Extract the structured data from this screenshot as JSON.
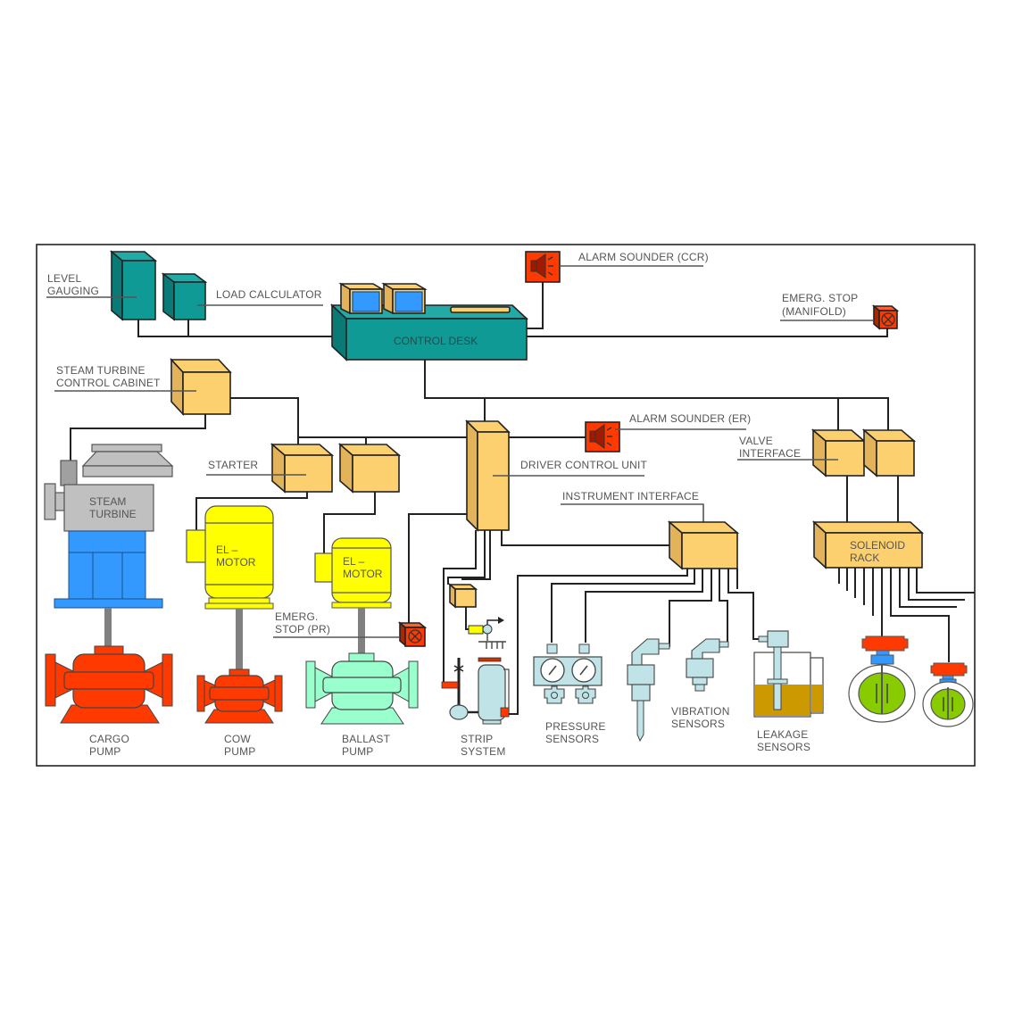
{
  "diagram": {
    "title": "Cargo pump control system overview",
    "colors": {
      "teal": "#0f9a96",
      "cabinet": "#fcd06e",
      "alarm": "#ff3a00",
      "motor": "#ffff00",
      "pump_red": "#ff3a00",
      "pump_green": "#99ffcc",
      "turbine_grey": "#c0c0c0",
      "turbine_blue": "#3399ff",
      "sensor": "#bfe3e6",
      "leak_fluid": "#cc9900",
      "valve_disc": "#88cc00"
    },
    "labels": {
      "level_gauging": [
        "LEVEL",
        "GAUGING"
      ],
      "load_calculator": "LOAD CALCULATOR",
      "control_desk": "CONTROL DESK",
      "alarm_ccr": "ALARM SOUNDER (CCR)",
      "emerg_stop_manifold": [
        "EMERG. STOP",
        "(MANIFOLD)"
      ],
      "steam_turbine_cabinet": [
        "STEAM TURBINE",
        "CONTROL CABINET"
      ],
      "starter": "STARTER",
      "alarm_er": "ALARM SOUNDER (ER)",
      "driver_control_unit": "DRIVER CONTROL UNIT",
      "valve_interface": [
        "VALVE",
        "INTERFACE"
      ],
      "instrument_interface": "INSTRUMENT INTERFACE",
      "solenoid_rack": [
        "SOLENOID",
        "RACK"
      ],
      "steam_turbine": [
        "STEAM",
        "TURBINE"
      ],
      "el_motor_1": [
        "EL –",
        "MOTOR"
      ],
      "el_motor_2": [
        "EL –",
        "MOTOR"
      ],
      "emerg_stop_pr": [
        "EMERG.",
        "STOP (PR)"
      ],
      "cargo_pump": [
        "CARGO",
        "PUMP"
      ],
      "cow_pump": [
        "COW",
        "PUMP"
      ],
      "ballast_pump": [
        "BALLAST",
        "PUMP"
      ],
      "strip_system": [
        "STRIP",
        "SYSTEM"
      ],
      "pressure_sensors": [
        "PRESSURE",
        "SENSORS"
      ],
      "vibration_sensors": [
        "VIBRATION",
        "SENSORS"
      ],
      "leakage_sensors": [
        "LEAKAGE",
        "SENSORS"
      ]
    },
    "icons": {
      "alarm": "speaker-icon",
      "emergency_stop": "cross-circle-icon"
    }
  }
}
